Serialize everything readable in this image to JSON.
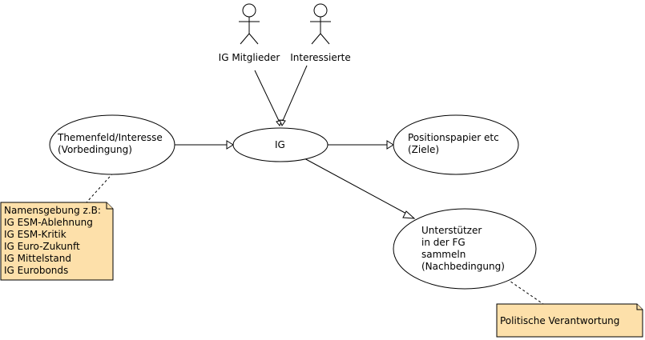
{
  "actors": [
    {
      "id": "mitglieder",
      "label": "IG Mitglieder"
    },
    {
      "id": "interessierte",
      "label": "Interessierte"
    }
  ],
  "use_cases": [
    {
      "id": "themenfeld",
      "lines": [
        "Themenfeld/Interesse",
        "(Vorbedingung)"
      ]
    },
    {
      "id": "ig",
      "lines": [
        "IG"
      ]
    },
    {
      "id": "position",
      "lines": [
        "Positionspapier etc",
        "(Ziele)"
      ]
    },
    {
      "id": "unterstuetzer",
      "lines": [
        "Unterstützer",
        "in der FG",
        "sammeln",
        "(Nachbedingung)"
      ]
    }
  ],
  "notes": [
    {
      "id": "naming",
      "lines": [
        "Namensgebung z.B:",
        "IG ESM-Ablehnung",
        "IG ESM-Kritik",
        "IG Euro-Zukunft",
        "IG Mittelstand",
        "IG Eurobonds"
      ]
    },
    {
      "id": "politik",
      "lines": [
        "Politische Verantwortung"
      ]
    }
  ],
  "colors": {
    "note_fill": "#fde0aa",
    "stroke": "#000000",
    "background": "#ffffff"
  }
}
